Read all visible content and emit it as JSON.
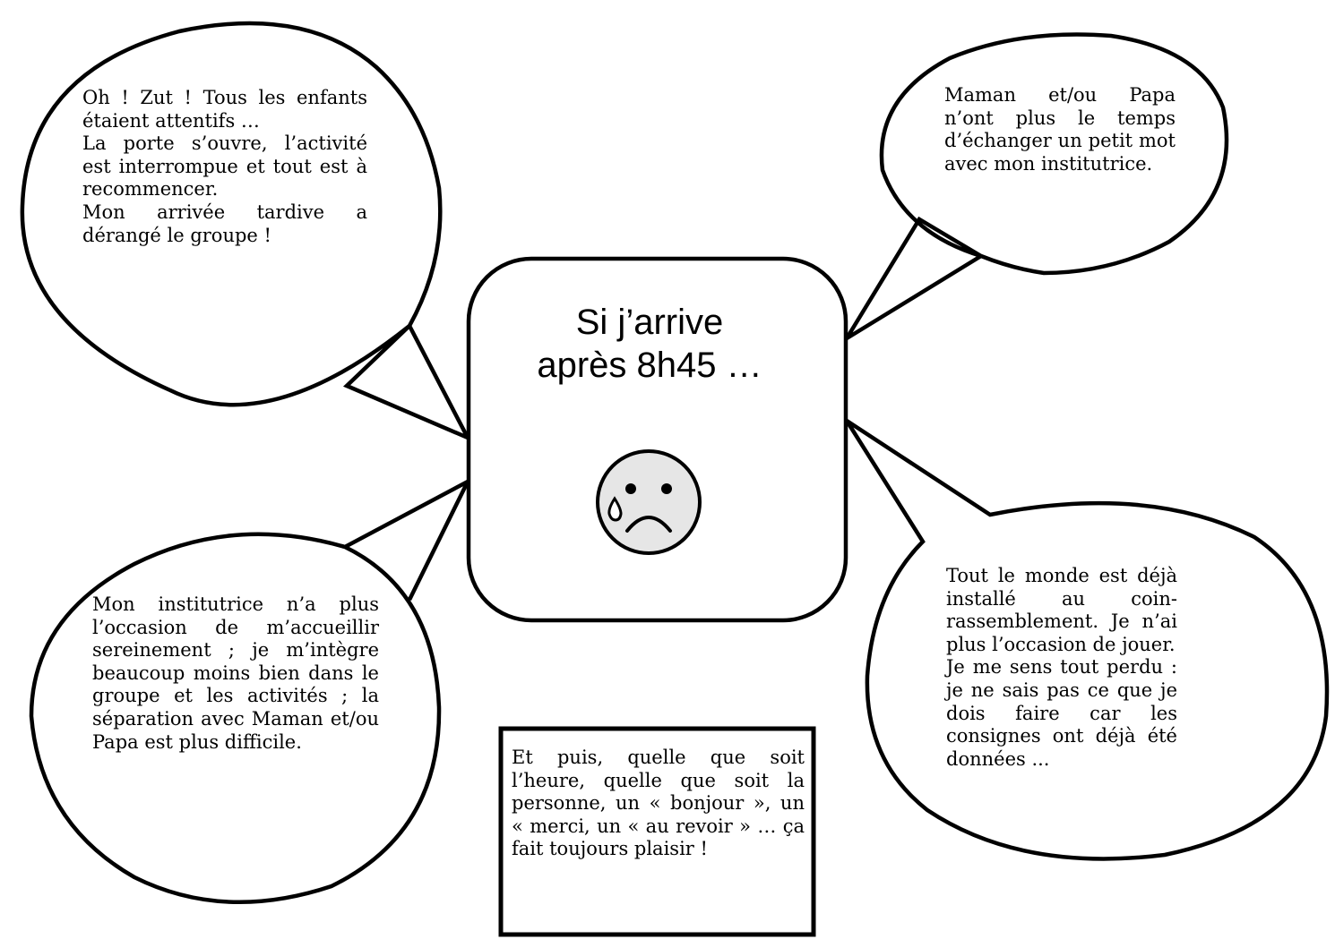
{
  "center": {
    "title_line1": "Si j’arrive",
    "title_line2": "après 8h45 …",
    "icon": "crying-sad-face-icon"
  },
  "bubbles": {
    "top_left": {
      "paragraphs": [
        "Oh ! Zut ! Tous les enfants étaient attentifs …",
        "La porte s’ouvre, l’activité est interrompue et tout est à recommencer.",
        "Mon arrivée tardive a dérangé le groupe !"
      ]
    },
    "top_right": {
      "paragraphs": [
        "Maman et/ou Papa n’ont plus le temps d’échanger un petit mot avec mon institutrice."
      ]
    },
    "bottom_left": {
      "paragraphs": [
        "Mon institutrice n’a plus l’occasion de m’accueillir sereinement ; je m’intègre beaucoup moins bien dans le groupe et les activités ; la séparation avec Maman  et/ou Papa est plus difficile."
      ]
    },
    "bottom_right": {
      "paragraphs": [
        "Tout le monde est déjà installé au coin-rassemblement. Je n’ai plus l’occasion de jouer.",
        "Je me sens tout perdu : je ne sais pas ce que je dois faire car les consignes ont déjà été données ..."
      ]
    }
  },
  "note": {
    "text": "Et puis, quelle que soit l’heure, quelle que soit la personne, un « bonjour », un « merci, un « au revoir » … ça fait toujours plaisir !"
  },
  "colors": {
    "stroke": "#000000",
    "background": "#ffffff",
    "face_fill": "#e6e6e6"
  }
}
